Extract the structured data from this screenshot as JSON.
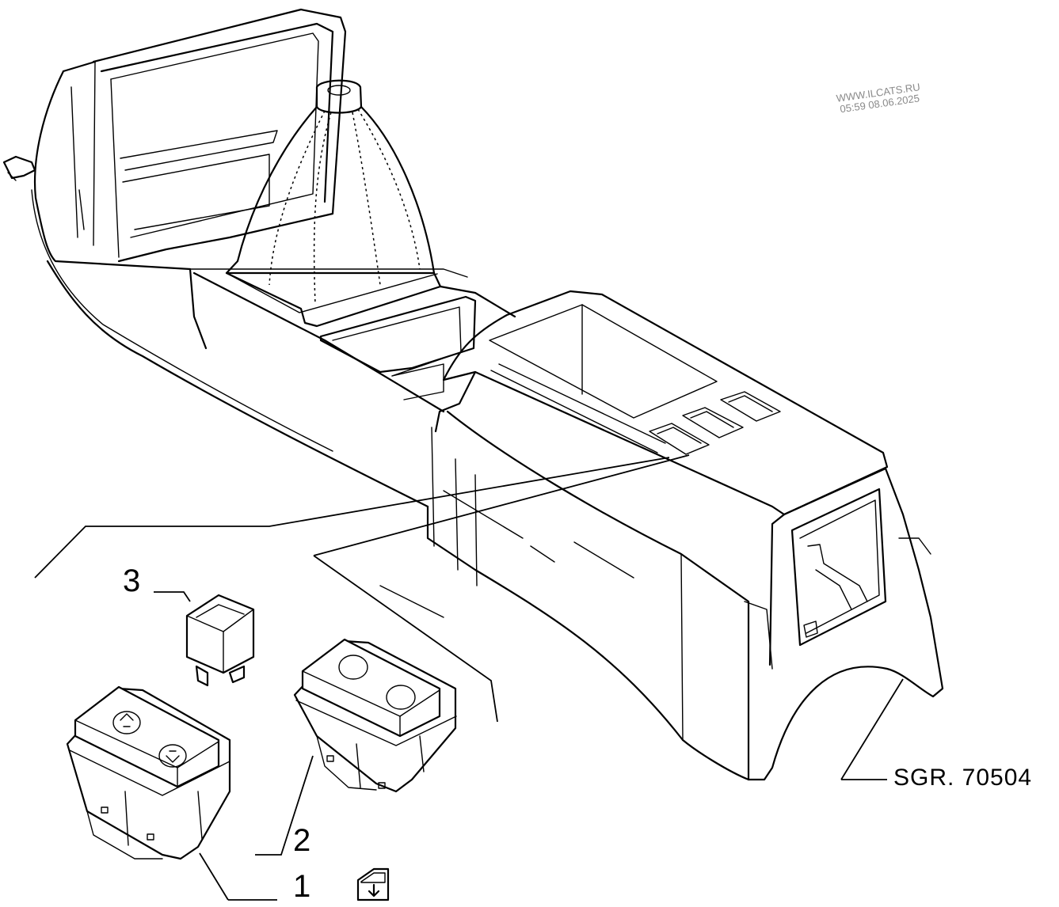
{
  "watermark": {
    "line1": "WWW.ILCATS.RU",
    "line2": "05:59 08.06.2025"
  },
  "callouts": [
    {
      "number": "1"
    },
    {
      "number": "2"
    },
    {
      "number": "3"
    }
  ],
  "reference": "SGR. 70504",
  "icons": {
    "door_window_icon": "door-window-icon"
  }
}
